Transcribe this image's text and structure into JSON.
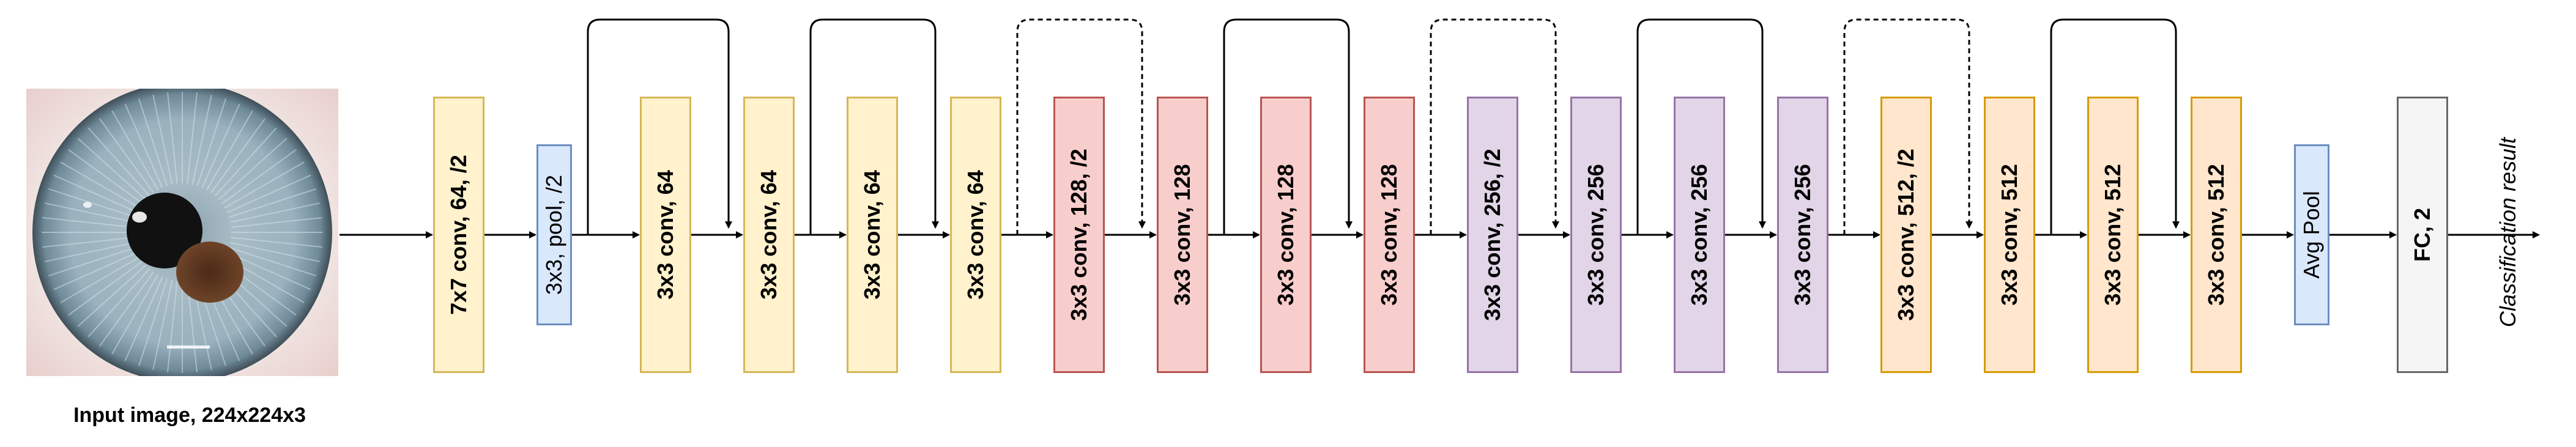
{
  "input": {
    "label": "Input image, 224x224x3"
  },
  "output": {
    "label": "Classification result"
  },
  "colors": {
    "yellow": {
      "fill": "#fff2cc",
      "stroke": "#d6b656"
    },
    "blue": {
      "fill": "#dae8fc",
      "stroke": "#6c8ebf"
    },
    "red": {
      "fill": "#f8cecc",
      "stroke": "#b85450"
    },
    "purple": {
      "fill": "#e1d5e7",
      "stroke": "#9673a6"
    },
    "orange": {
      "fill": "#ffe6cc",
      "stroke": "#d79b00"
    },
    "gray": {
      "fill": "#f5f5f5",
      "stroke": "#666666"
    }
  },
  "layers": [
    {
      "label": "7x7 conv, 64, /2",
      "color": "yellow",
      "kind": "conv"
    },
    {
      "label": "3x3, pool, /2",
      "color": "blue",
      "kind": "pool"
    },
    {
      "label": "3x3 conv, 64",
      "color": "yellow",
      "kind": "conv"
    },
    {
      "label": "3x3 conv, 64",
      "color": "yellow",
      "kind": "conv"
    },
    {
      "label": "3x3 conv, 64",
      "color": "yellow",
      "kind": "conv"
    },
    {
      "label": "3x3 conv, 64",
      "color": "yellow",
      "kind": "conv"
    },
    {
      "label": "3x3 conv, 128, /2",
      "color": "red",
      "kind": "conv"
    },
    {
      "label": "3x3 conv, 128",
      "color": "red",
      "kind": "conv"
    },
    {
      "label": "3x3 conv, 128",
      "color": "red",
      "kind": "conv"
    },
    {
      "label": "3x3 conv, 128",
      "color": "red",
      "kind": "conv"
    },
    {
      "label": "3x3 conv, 256, /2",
      "color": "purple",
      "kind": "conv"
    },
    {
      "label": "3x3 conv, 256",
      "color": "purple",
      "kind": "conv"
    },
    {
      "label": "3x3 conv, 256",
      "color": "purple",
      "kind": "conv"
    },
    {
      "label": "3x3 conv, 256",
      "color": "purple",
      "kind": "conv"
    },
    {
      "label": "3x3 conv, 512, /2",
      "color": "orange",
      "kind": "conv"
    },
    {
      "label": "3x3 conv, 512",
      "color": "orange",
      "kind": "conv"
    },
    {
      "label": "3x3 conv, 512",
      "color": "orange",
      "kind": "conv"
    },
    {
      "label": "3x3 conv, 512",
      "color": "orange",
      "kind": "conv"
    },
    {
      "label": "Avg Pool",
      "color": "blue",
      "kind": "pool"
    },
    {
      "label": "FC, 2",
      "color": "gray",
      "kind": "fc"
    }
  ],
  "skip_connections": [
    {
      "from_layer": 1,
      "to_layer": 3,
      "style": "solid"
    },
    {
      "from_layer": 3,
      "to_layer": 5,
      "style": "solid"
    },
    {
      "from_layer": 5,
      "to_layer": 7,
      "style": "dashed"
    },
    {
      "from_layer": 7,
      "to_layer": 9,
      "style": "solid"
    },
    {
      "from_layer": 9,
      "to_layer": 11,
      "style": "dashed"
    },
    {
      "from_layer": 11,
      "to_layer": 13,
      "style": "solid"
    },
    {
      "from_layer": 13,
      "to_layer": 15,
      "style": "dashed"
    },
    {
      "from_layer": 15,
      "to_layer": 17,
      "style": "solid"
    }
  ]
}
